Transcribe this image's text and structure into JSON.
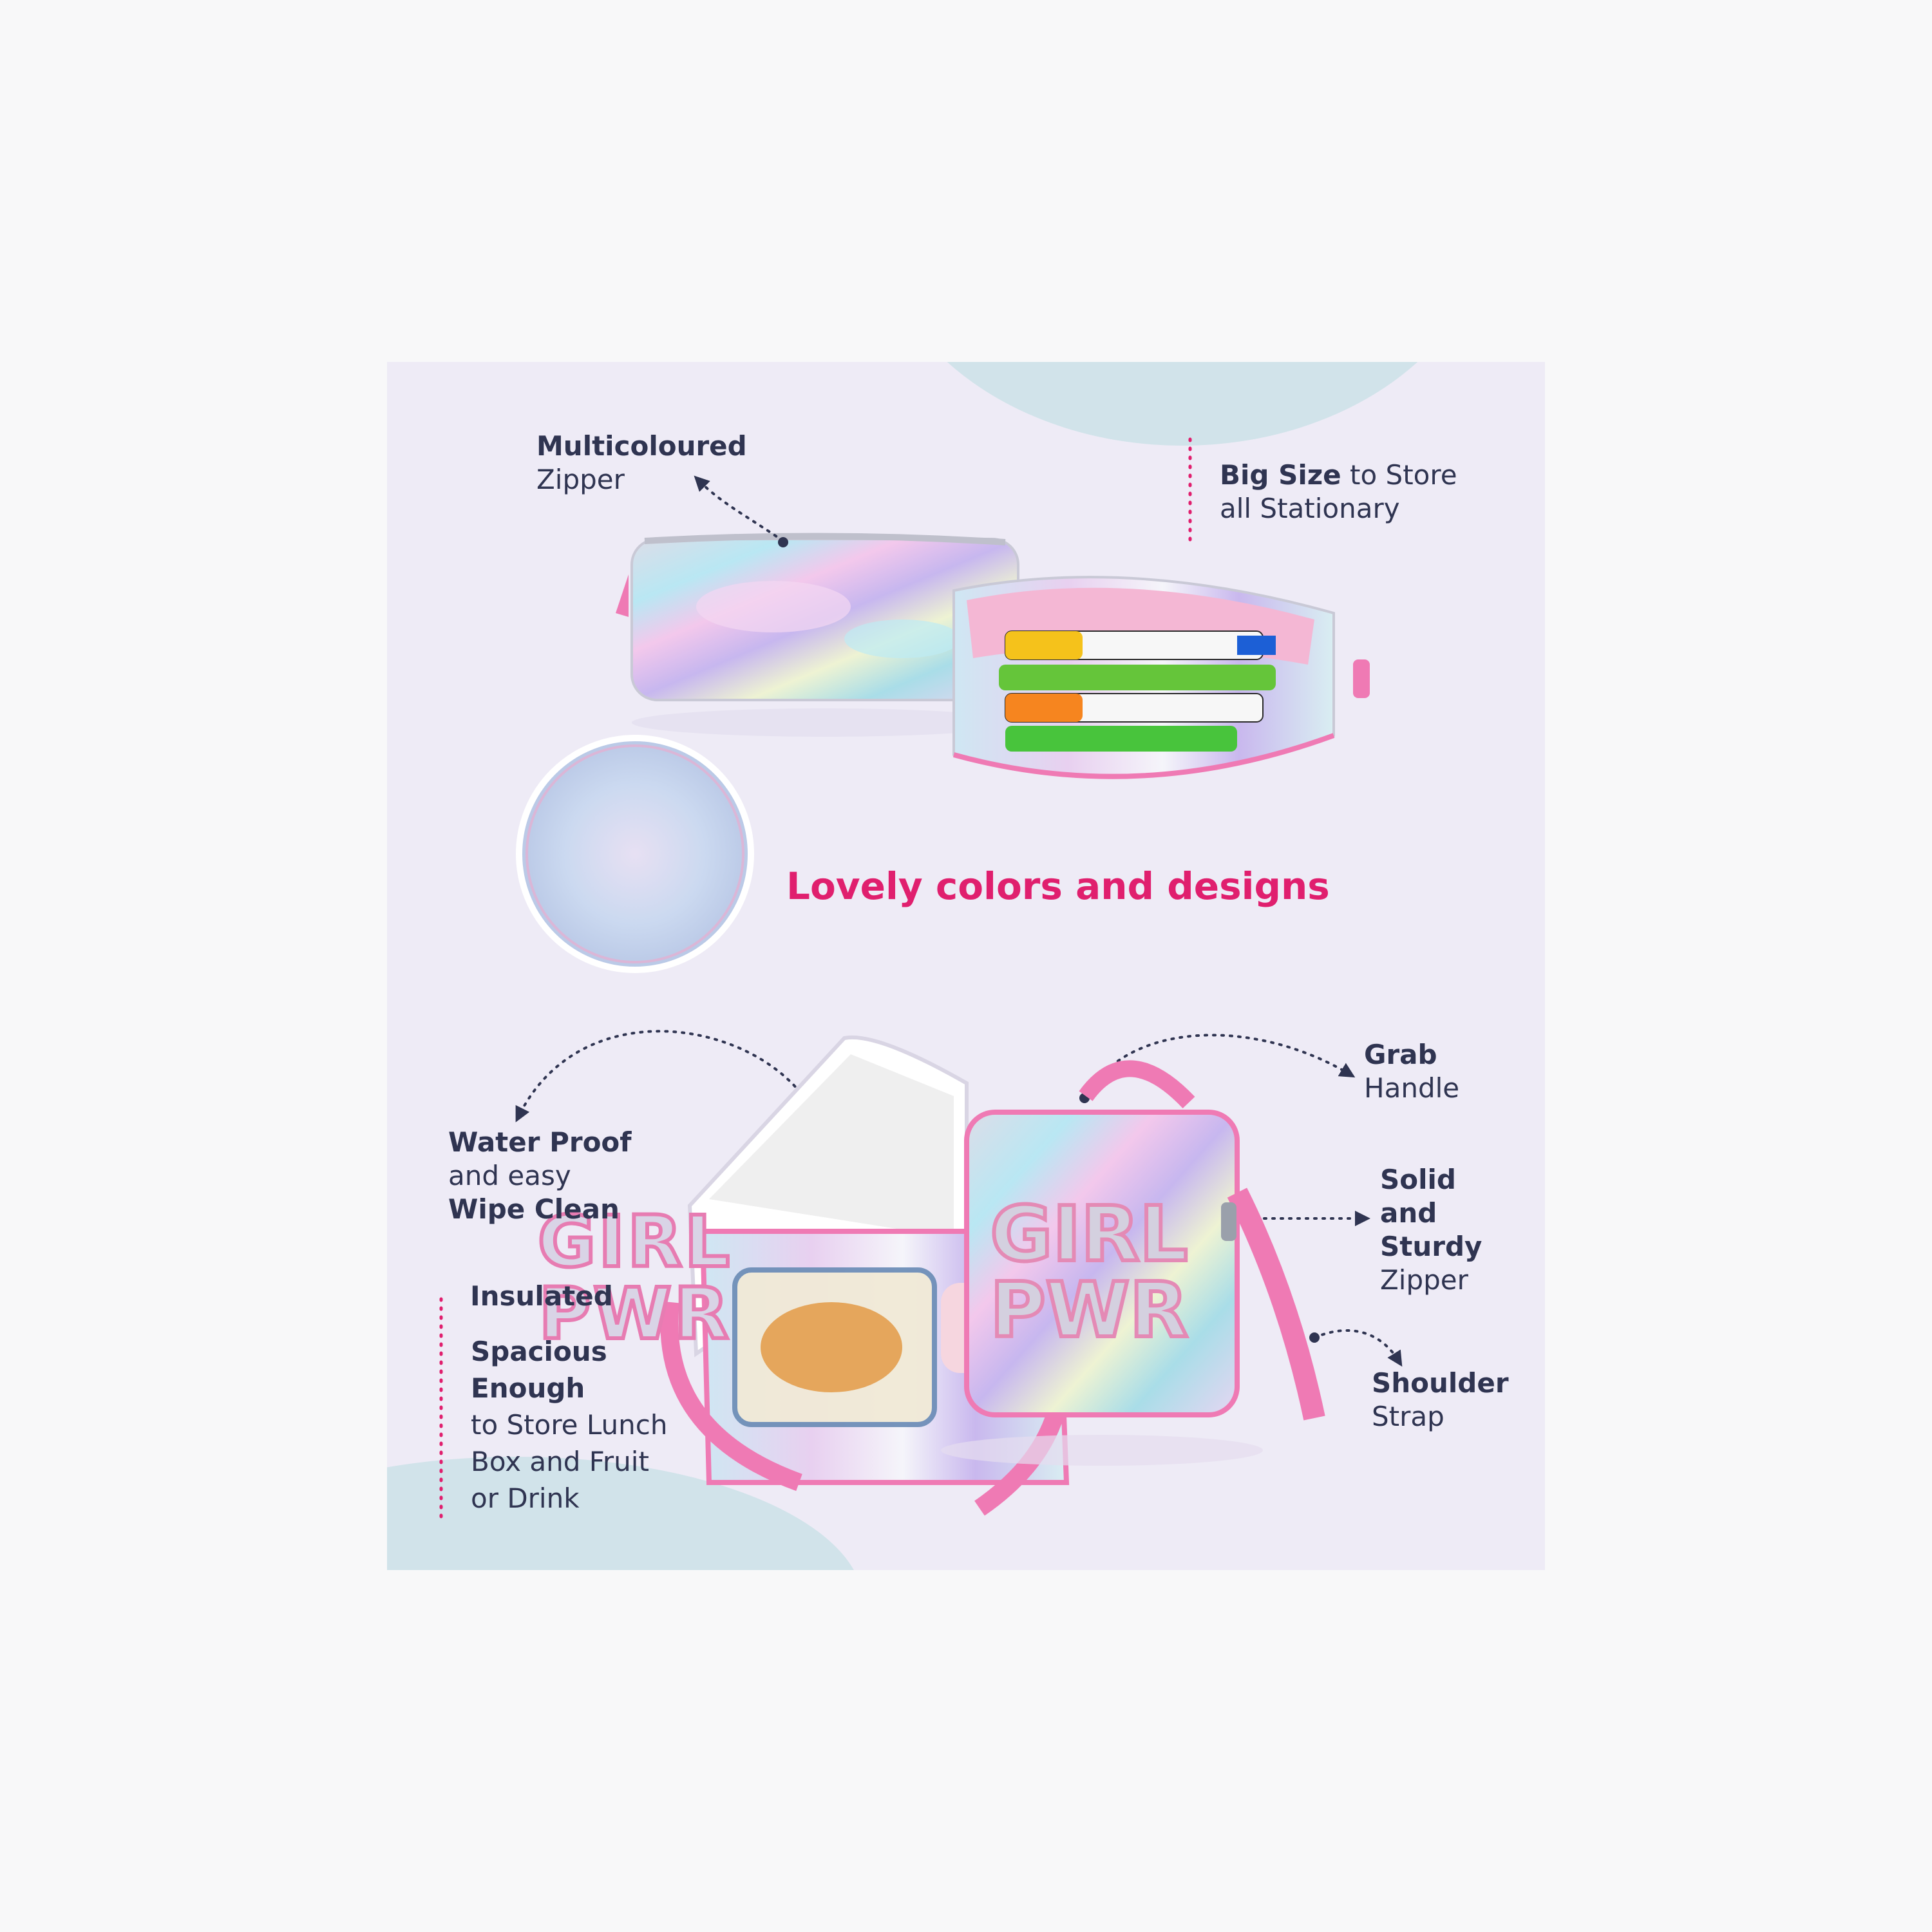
{
  "colors": {
    "page_bg": "#f8f8f9",
    "panel_bg": "#eeebf6",
    "blob": "#d1e3ea",
    "label_text": "#2f3451",
    "accent_pink": "#e01f6e",
    "strap_pink": "#ef7ab4"
  },
  "labels": {
    "multicoloured": {
      "bold": "Multicoloured",
      "regular": "Zipper"
    },
    "big_size": {
      "bold": "Big Size",
      "regular1": "to Store",
      "regular2": "all Stationary"
    },
    "tagline": "Lovely colors and designs",
    "grab": {
      "bold": "Grab",
      "regular": "Handle"
    },
    "water_proof": {
      "bold1": "Water Proof",
      "regular": "and easy",
      "bold2": "Wipe Clean"
    },
    "solid": {
      "bold1": "Solid",
      "bold2": "and Sturdy",
      "regular": "Zipper"
    },
    "insulated": "Insulated",
    "spacious": {
      "bold1": "Spacious",
      "bold2": "Enough",
      "r1": "to Store Lunch",
      "r2": "Box and Fruit",
      "r3": "or Drink"
    },
    "shoulder": {
      "bold": "Shoulder",
      "regular": "Strap"
    }
  },
  "icons": [
    "holographic-pencil-case-icon",
    "open-pencil-case-icon",
    "girl-pwr-patch-icon",
    "open-lunch-bag-icon",
    "closed-lunch-bag-icon"
  ]
}
